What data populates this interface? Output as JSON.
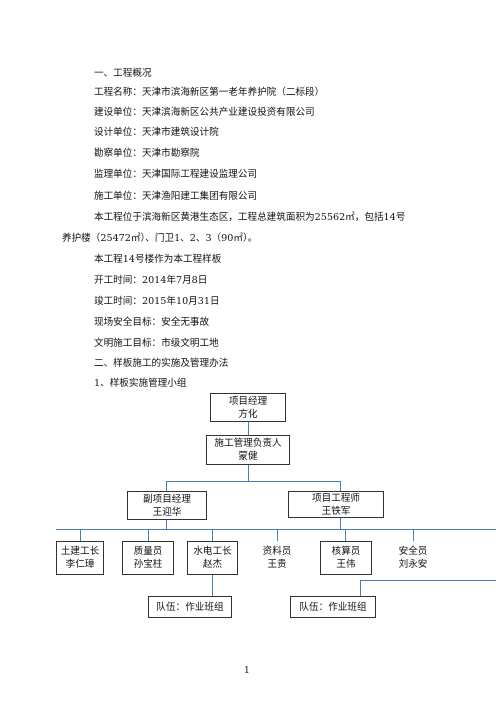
{
  "sections": {
    "overview_heading": "一、工程概况",
    "management_heading": "二、样板施工的实施及管理办法",
    "team_heading": "1、样板实施管理小组"
  },
  "overview": {
    "project_name": "工程名称：天津市滨海新区第一老年养护院（二标段）",
    "builder": "建设单位：天津滨海新区公共产业建设投资有限公司",
    "designer": "设计单位：天津市建筑设计院",
    "surveyor": "勘察单位：天津市勘察院",
    "supervisor": "监理单位：天津国际工程建设监理公司",
    "contractor": "施工单位：天津渔阳建工集团有限公司",
    "location_line1": "本工程位于滨海新区黄港生态区，工程总建筑面积为25562㎡，包括14号",
    "location_line2": "养护楼（25472㎡）、门卫1、2、3（90㎡）。",
    "sample": "本工程14号楼作为本工程样板",
    "start_date": "开工时间：2014年7月8日",
    "end_date": "竣工时间：2015年10月31日",
    "safety_goal": "现场安全目标：安全无事故",
    "civil_goal": "文明施工目标：市级文明工地"
  },
  "org_chart": {
    "project_manager": {
      "title": "项目经理",
      "name": "方化"
    },
    "construction_lead": {
      "title": "施工管理负责人",
      "name": "蒙健"
    },
    "deputy_manager": {
      "title": "副项目经理",
      "name": "王迎华"
    },
    "project_engineer": {
      "title": "项目工程师",
      "name": "王铁军"
    },
    "civil_foreman": {
      "title": "土建工长",
      "name": "李仁璋"
    },
    "quality_officer": {
      "title": "质量员",
      "name": "孙宝柱"
    },
    "mep_foreman": {
      "title": "水电工长",
      "name": "赵杰"
    },
    "document_clerk": {
      "title": "资料员",
      "name": "王贵"
    },
    "cost_estimator": {
      "title": "核算员",
      "name": "王伟"
    },
    "safety_officer": {
      "title": "安全员",
      "name": "刘永安"
    },
    "team_left": "队伍：作业班组",
    "team_right": "队伍：作业班组"
  },
  "page_number": "1"
}
